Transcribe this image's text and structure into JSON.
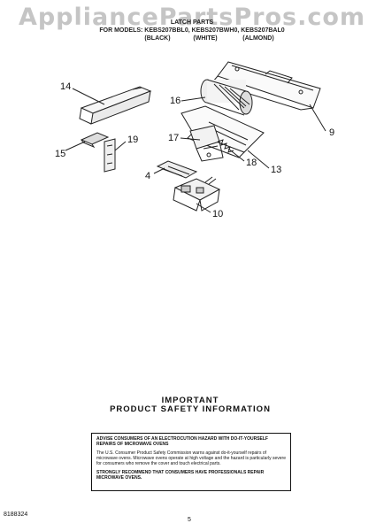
{
  "watermark": "AppliancePartsPros.com",
  "header": {
    "title": "LATCH PARTS",
    "models_line": "FOR MODELS: KEBS207BBL0, KEBS207BWH0, KEBS207BAL0",
    "colors": [
      "(BLACK)",
      "(WHITE)",
      "(ALMOND)"
    ]
  },
  "callouts": {
    "c14": "14",
    "c16": "16",
    "c9": "9",
    "c15": "15",
    "c19": "19",
    "c17": "17",
    "c18": "18",
    "c13": "13",
    "c4": "4",
    "c10": "10"
  },
  "safety": {
    "title_line1": "IMPORTANT",
    "title_line2": "PRODUCT SAFETY INFORMATION",
    "para1": "ADVISE CONSUMERS OF AN ELECTROCUTION HAZARD WITH DO-IT-YOURSELF REPAIRS OF MICROWAVE OVENS",
    "para2": "The U.S. Consumer Product Safety Commission warns against do-it-yourself repairs of microwave ovens. Microwave ovens operate at high voltage and the hazard is particularly severe for consumers who remove the cover and touch electrical parts.",
    "para3": "STRONGLY RECOMMEND THAT CONSUMERS HAVE PROFESSIONALS REPAIR MICROWAVE OVENS."
  },
  "footer": {
    "part_number": "8188324",
    "page_number": "5"
  }
}
